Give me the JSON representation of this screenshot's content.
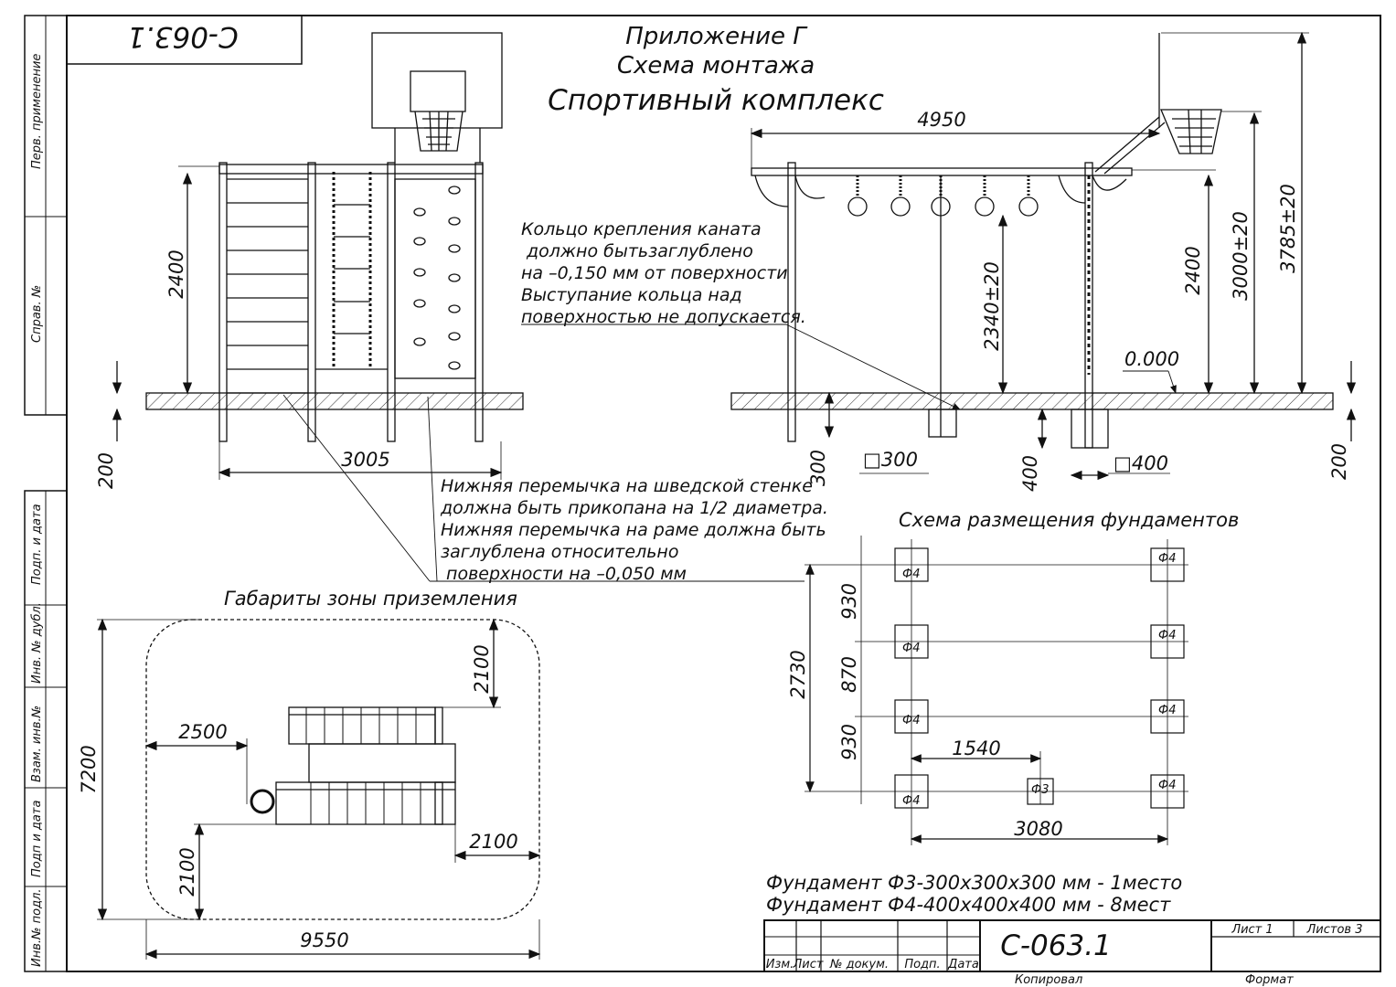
{
  "title": {
    "line1": "Приложение Г",
    "line2": "Схема монтажа",
    "line3": "Спортивный комплекс"
  },
  "corner_code": "С-063.1",
  "side_strip": {
    "perv": "Перв. применение",
    "sprav": "Справ. №",
    "podp_data1": "Подп. и дата",
    "inv_dubl": "Инв. № дубл.",
    "vzam": "Взам. инв.№",
    "podp_data2": "Подп и дата",
    "inv_podl": "Инв.№ подл."
  },
  "front_view": {
    "dim_height": "2400",
    "dim_width": "3005",
    "dim_depth": "200"
  },
  "side_view": {
    "dim_length": "4950",
    "dim_ring": "2340±20",
    "dim_2400": "2400",
    "dim_3000": "3000±20",
    "dim_3785": "3785±20",
    "level": "0.000",
    "dim_300": "300",
    "dim_sq300": "□300",
    "dim_400": "400",
    "dim_sq400": "□400",
    "dim_200": "200"
  },
  "notes": {
    "rope_ring": [
      "Кольцо крепления каната",
      " должно бытьзаглублено",
      "на –0,150 мм от поверхности",
      "Выступание кольца над",
      "поверхностью не допускается."
    ],
    "bottom_bar": [
      "Нижняя перемычка на шведской стенке",
      "должна быть прикопана на 1/2 диаметра.",
      "Нижняя перемычка на раме должна быть",
      "заглублена относительно",
      " поверхности на –0,050 мм"
    ]
  },
  "landing_zone": {
    "title": "Габариты зоны приземления",
    "dim_7200": "7200",
    "dim_2100_top": "2100",
    "dim_2500": "2500",
    "dim_2100_right": "2100",
    "dim_2100_bottom": "2100",
    "dim_9550": "9550"
  },
  "foundations": {
    "title": "Схема размещения фундаментов",
    "dim_2730": "2730",
    "dim_930_a": "930",
    "dim_870": "870",
    "dim_930_b": "930",
    "dim_1540": "1540",
    "dim_3080": "3080",
    "f4_label": "Ф4",
    "f3_label": "Ф3",
    "spec_1": "Фундамент Ф3-300х300х300 мм - 1место",
    "spec_2": "Фундамент Ф4-400х400х400 мм - 8мест"
  },
  "stamp": {
    "code": "С-063.1",
    "sheet": "Лист 1",
    "sheets": "Листов 3",
    "col_izm": "Изм.",
    "col_list": "Лист",
    "col_doc": "№ докум.",
    "col_podp": "Подп.",
    "col_data": "Дата",
    "copied": "Копировал",
    "format": "Формат"
  }
}
